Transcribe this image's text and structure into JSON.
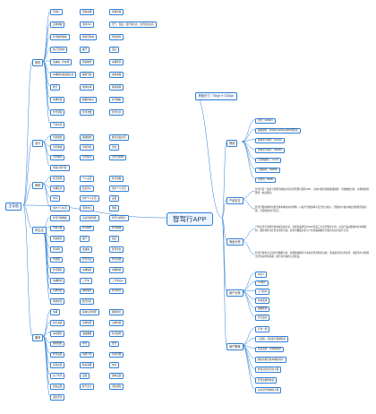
{
  "root": "智驾行APP",
  "left": {
    "title": "主导航",
    "sections": [
      {
        "title": "首页",
        "items": [
          "导航栏",
          "添加车辆",
          "车辆详情",
          "选择地图",
          "消息中心",
          "天气、温度、限行等信息、出行建议信息",
          "智驾推荐路线",
          "搜索目的地",
          "附近推荐",
          "热门目的地",
          "餐厅",
          "酒店",
          "加油站、停车场",
          "周边推荐",
          "车辆状况",
          "车辆剩余和续航信息",
          "辅助驾驶",
          "电池电量",
          "胎压",
          "电池功率",
          "保养提醒",
          "车辆位置",
          "收藏的地点",
          "智驾数据",
          "智驾里程",
          "智驾次数",
          "智驾时长",
          "节省时间"
        ]
      },
      {
        "title": "出行",
        "items": [
          "导航规划",
          "路线规划",
          "推荐出发时间",
          "出行路线",
          "导航列表",
          "常去",
          "出行推荐",
          "出行提示",
          "出行目的地",
          "查看全部行程"
        ]
      },
      {
        "title": "我的",
        "items": [
          "智驾里程",
          "个人主页",
          "智驾次数",
          "车辆信息",
          "会员中心",
          "用户个人主页",
          "车库",
          "用户个人主页",
          "设置",
          "用户个人主页",
          "消息中心",
          "帮助"
        ]
      },
      {
        "title": "车生活",
        "items": [
          "智驾行驶数据",
          "自动驾驶等级",
          "智驾分析报告",
          "驾驶习惯",
          "智驾推荐",
          "智驾路线",
          "周边推荐",
          "餐厅",
          "酒店",
          "停车场",
          "加油站",
          "智驾车友",
          "车友圈",
          "智驾活动",
          "智驾商城",
          "智驾服务",
          "车辆保养",
          "车辆维修",
          "车辆检测",
          "二手车",
          "二手车估价",
          "违章查询",
          "保险服务",
          "智驾车况",
          "电池状况",
          "胎压状况"
        ]
      },
      {
        "title": "服务",
        "items": [
          "车辆",
          "基本信息管理",
          "我的积分",
          "积分商城",
          "违章处理",
          "违章详情",
          "车险服务",
          "道路救援",
          "智驾保险",
          "保险理赔",
          "车务",
          "智驾",
          "智驾设置",
          "功能介绍",
          "常见问题",
          "意见反馈",
          "联系客服",
          "车友",
          "关于智驾",
          "设置",
          "通用设置",
          "隐私设置",
          "账号安全",
          "消息通知",
          "退出登录"
        ]
      }
    ]
  },
  "right": {
    "artboard": "界面尺寸：750px ※ 1334px",
    "sections": [
      {
        "title": "规范",
        "items": [
          "主色：3264F4",
          "辅助颜色：#2d4b4 #ef5a4a的中国黑等",
          "最重文字颜色：1e1e1e",
          "次重文字颜色：666666",
          "分割线颜色：cccccc",
          "无效颜色：999999",
          "背景色：f5f5f5"
        ]
      },
      {
        "title": "产品定位",
        "text": [
          "智驾行是一款基于智能驾驶技术的出行管理与服务APP，为用户提供智能路线规划、驾驶数据分析、车辆状态管理等一站式服务。",
          "智驾行面向拥有智能驾驶车辆的用户群体，以提升驾驶效率与安全性为核心，帮助用户更好地使用智能驾驶功能，享受便捷出行生活。"
        ]
      },
      {
        "title": "竞品分析",
        "text": [
          "汽车生活与智能驾驶领域竞品众多，包括各品牌官方APP及第三方出行服务平台。主流产品功能集中在车辆控制、服务预约与社区交流等方面，在智驾数据分析与个性化路线推荐方面仍有较大提升空间。",
          "智驾行将重点打造智驾数据分析、智能路线推荐与车友社区等特色功能，形成差异化竞争优势，满足用户对智能出行的多样化需求，提升用户粘性与活跃度。"
        ]
      },
      {
        "title": "用户分析",
        "items": [
          "车主C",
          "UV用户",
          "小飞用户",
          "车友使用",
          "通勤使用",
          "智驾爱好"
        ]
      },
      {
        "title": "用户群体",
        "items": [
          "有车一族",
          "上班族，长途出行需求较高",
          "喜爱尝鲜、新科技使用",
          "拥有智能驾驶车辆的用户",
          "经常自驾出行的人群",
          "智驾功能体验者",
          "关注出行效率的人群"
        ]
      }
    ]
  }
}
